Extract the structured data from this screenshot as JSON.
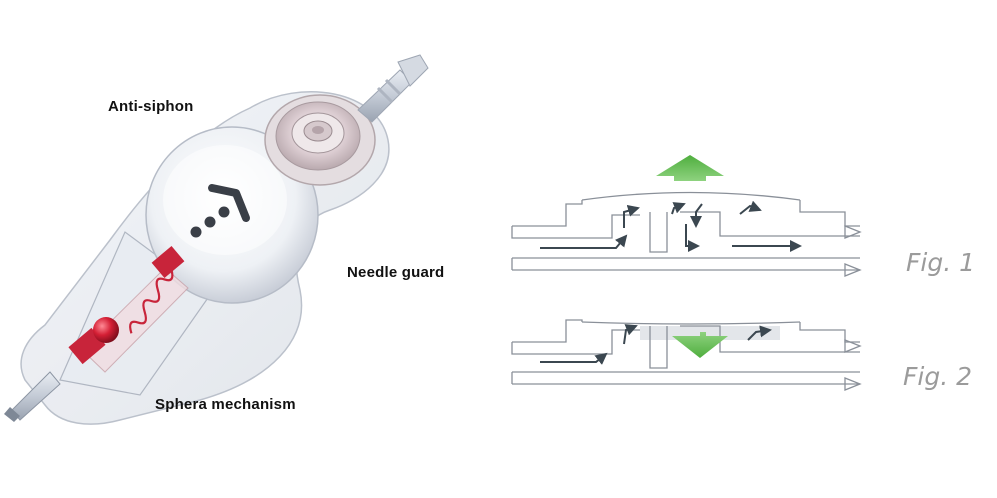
{
  "labels": {
    "anti_siphon": "Anti-siphon",
    "needle_guard": "Needle guard",
    "sphera_mechanism": "Sphera mechanism"
  },
  "figures": {
    "fig1": "Fig. 1",
    "fig2": "Fig. 2"
  },
  "colors": {
    "arrow_green": "#5cb94a",
    "spring_red": "#c8243a",
    "flow_arrow": "#3b4750",
    "outline": "#8a9099",
    "caption_gray": "#9b9b9b"
  }
}
